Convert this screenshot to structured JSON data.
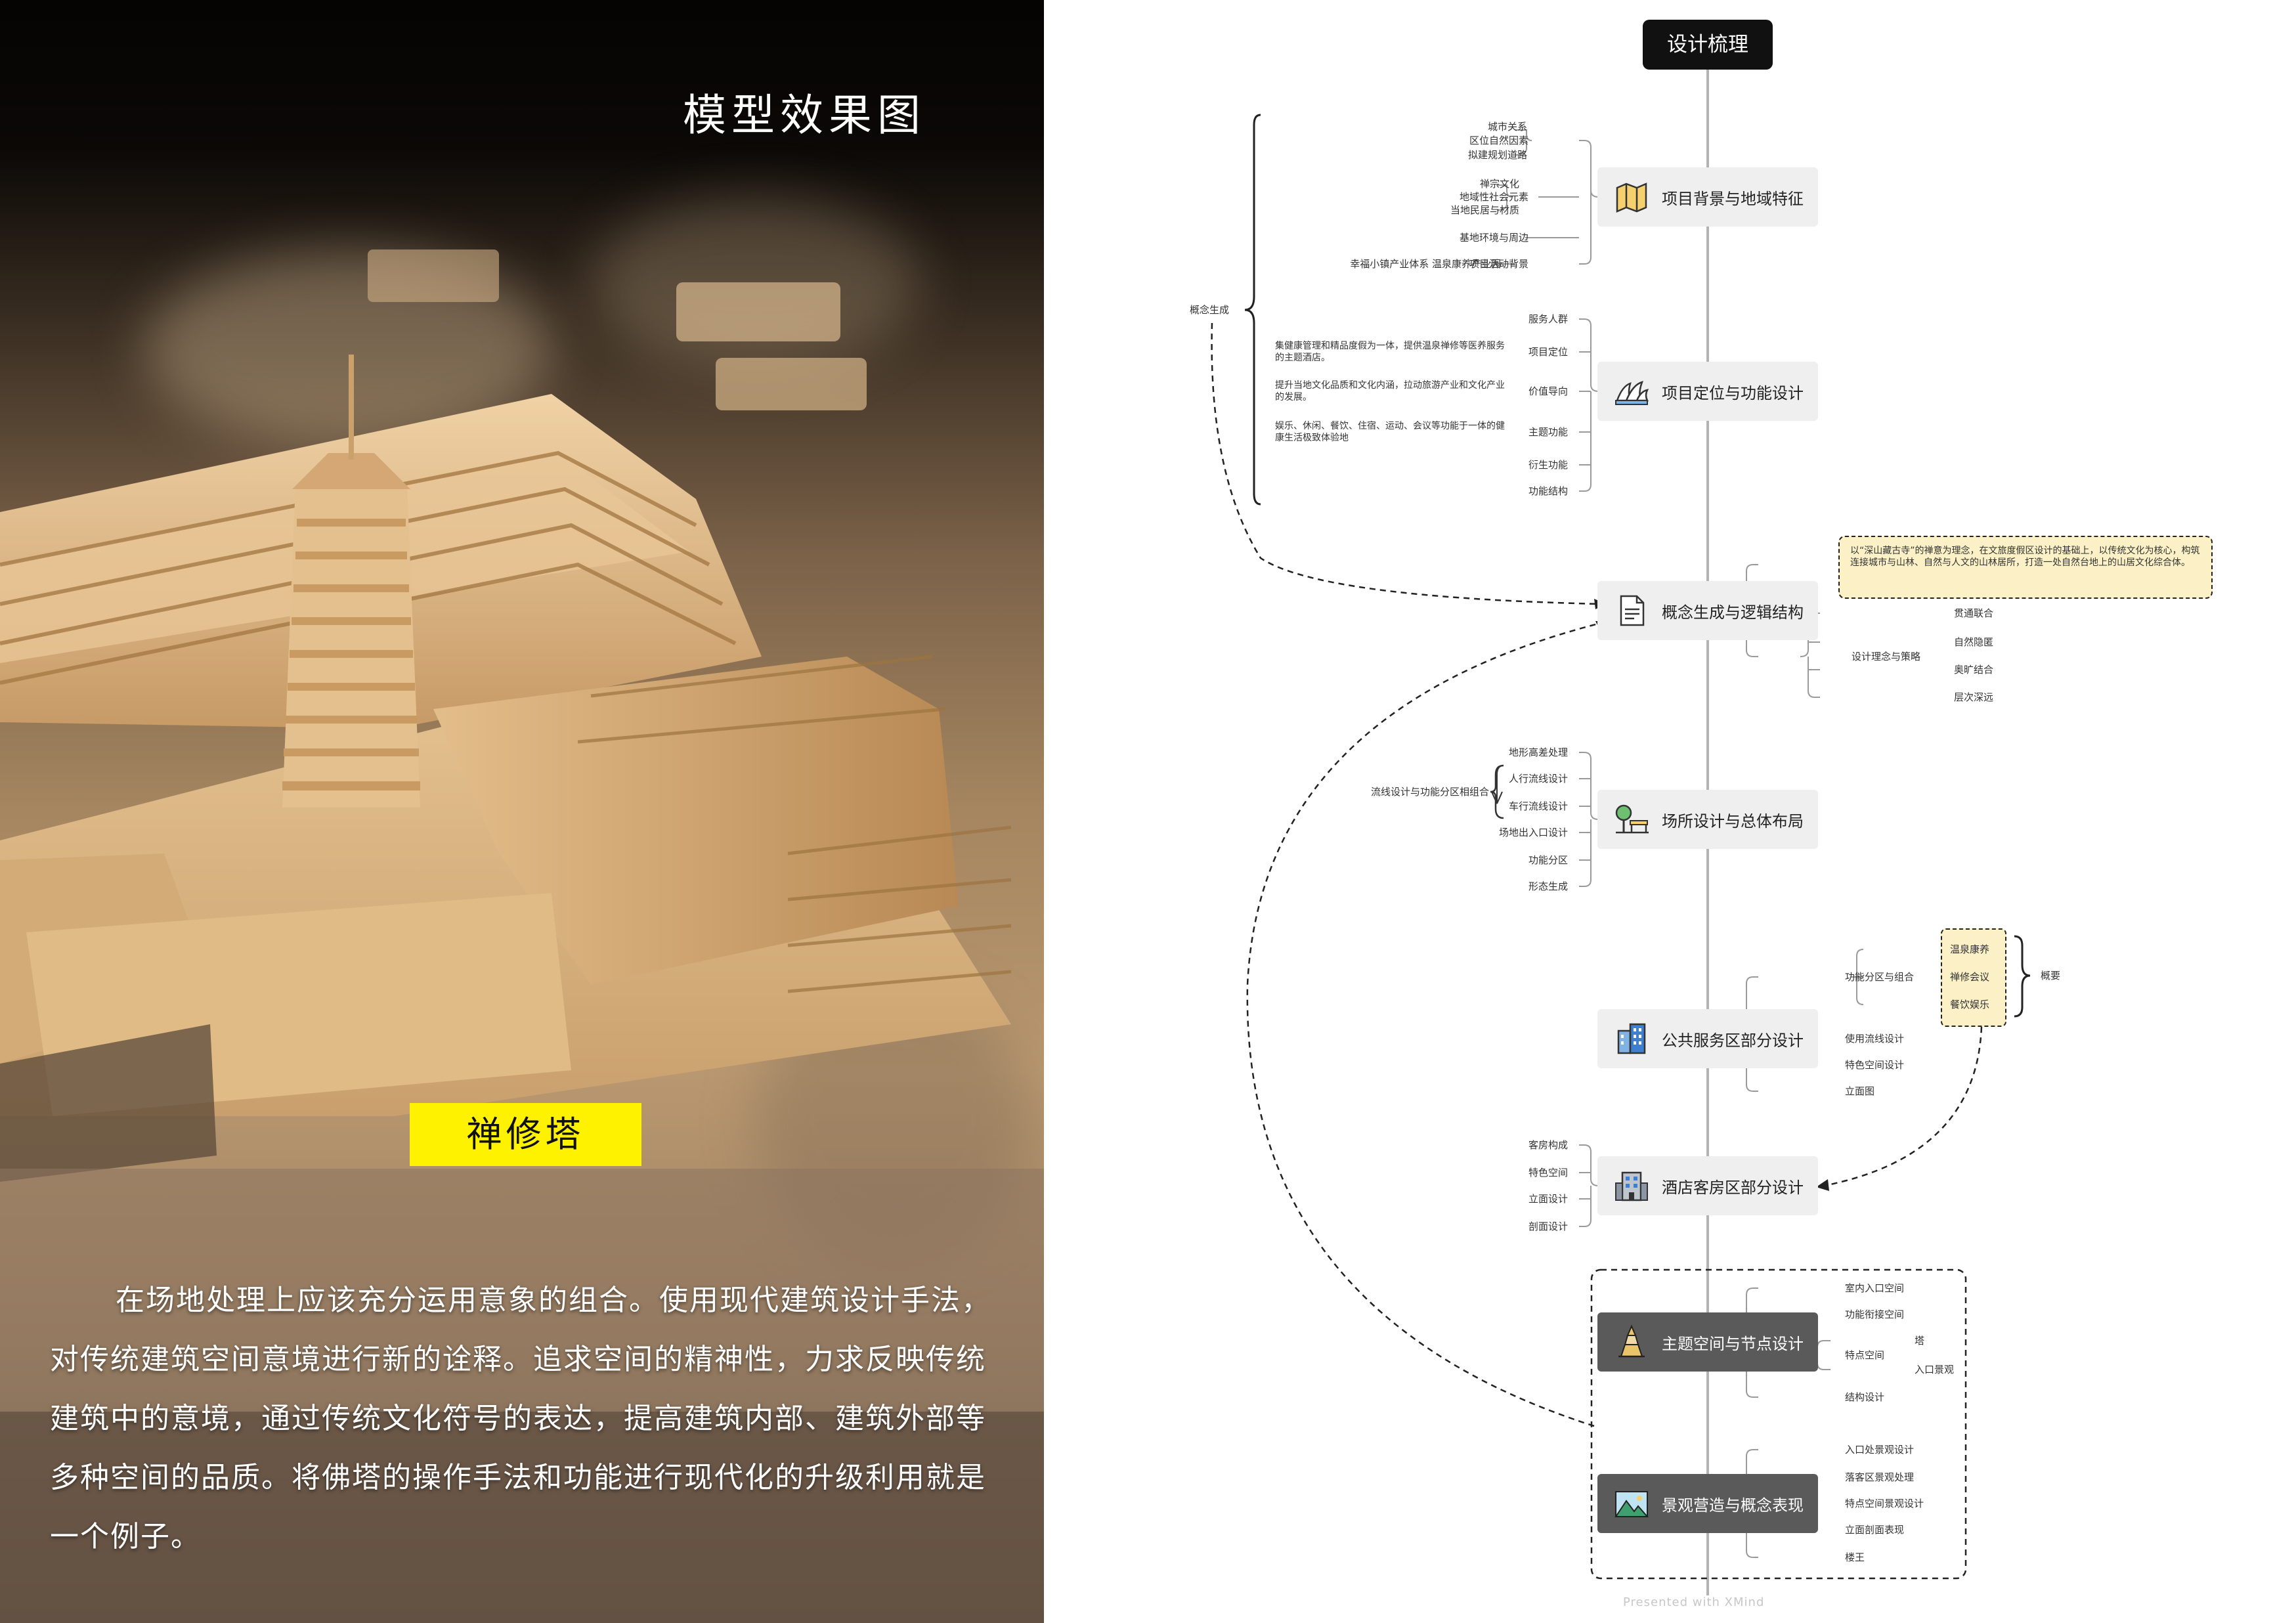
{
  "photo": {
    "title": "模型效果图",
    "tower_label": "禅修塔",
    "paragraph": "在场地处理上应该充分运用意象的组合。使用现代建筑设计手法，对传统建筑空间意境进行新的诠释。追求空间的精神性，力求反映传统建筑中的意境，通过传统文化符号的表达，提高建筑内部、建筑外部等多种空间的品质。将佛塔的操作手法和功能进行现代化的升级利用就是一个例子。"
  },
  "mindmap": {
    "root": "设计梳理",
    "watermark": "Presented with XMind",
    "side_concept": "概念生成",
    "nodes": [
      {
        "label": "项目背景与地域特征",
        "icon": "map-icon"
      },
      {
        "label": "项目定位与功能设计",
        "icon": "opera-house-icon"
      },
      {
        "label": "概念生成与逻辑结构",
        "icon": "document-icon"
      },
      {
        "label": "场所设计与总体布局",
        "icon": "park-bench-icon"
      },
      {
        "label": "公共服务区部分设计",
        "icon": "office-building-icon"
      },
      {
        "label": "酒店客房区部分设计",
        "icon": "hotel-icon"
      },
      {
        "label": "主题空间与节点设计",
        "icon": "tower-icon"
      },
      {
        "label": "景观营造与概念表现",
        "icon": "landscape-icon"
      }
    ],
    "n1": {
      "sub": [
        "区位自然因素",
        "地域性社会元素",
        "基地环境与周边",
        "项目活动背景"
      ],
      "leaves_a": [
        "城市关系",
        "拟建规划道路"
      ],
      "leaves_b": [
        "禅宗文化",
        "当地民居与材质"
      ],
      "leaf_d": "幸福小镇产业体系 温泉康养产业园"
    },
    "n2": {
      "sub": [
        "服务人群",
        "项目定位",
        "价值导向",
        "主题功能",
        "衍生功能",
        "功能结构"
      ],
      "texts": [
        "集健康管理和精品度假为一体，提供温泉禅修等医养服务的主题酒店。",
        "提升当地文化品质和文化内涵，拉动旅游产业和文化产业的发展。",
        "娱乐、休闲、餐饮、住宿、运动、会议等功能于一体的健康生活极致体验地"
      ]
    },
    "n3": {
      "note": "以“深山藏古寺”的禅意为理念，在文旅度假区设计的基础上，以传统文化为核心，构筑连接城市与山林、自然与人文的山林居所，打造一处自然台地上的山居文化综合体。",
      "sub": "设计理念与策略",
      "leaves": [
        "贯通联合",
        "自然隐匿",
        "奥旷结合",
        "层次深远"
      ]
    },
    "n4": {
      "sub": [
        "地形高差处理",
        "人行流线设计",
        "车行流线设计",
        "场地出入口设计",
        "功能分区",
        "形态生成"
      ],
      "group": "流线设计与功能分区相组合"
    },
    "n5": {
      "sub": [
        "功能分区与组合",
        "使用流线设计",
        "特色空间设计",
        "立面图"
      ],
      "leaves": [
        "温泉康养",
        "禅修会议",
        "餐饮娱乐"
      ],
      "summary": "概要"
    },
    "n6": {
      "sub": [
        "客房构成",
        "特色空间",
        "立面设计",
        "剖面设计"
      ]
    },
    "n7": {
      "sub": [
        "室内入口空间",
        "功能衔接空间",
        "特点空间",
        "结构设计"
      ],
      "leaves": [
        "塔",
        "入口景观"
      ]
    },
    "n8": {
      "sub": [
        "入口处景观设计",
        "落客区景观处理",
        "特点空间景观设计",
        "立面剖面表现",
        "楼王"
      ]
    }
  }
}
